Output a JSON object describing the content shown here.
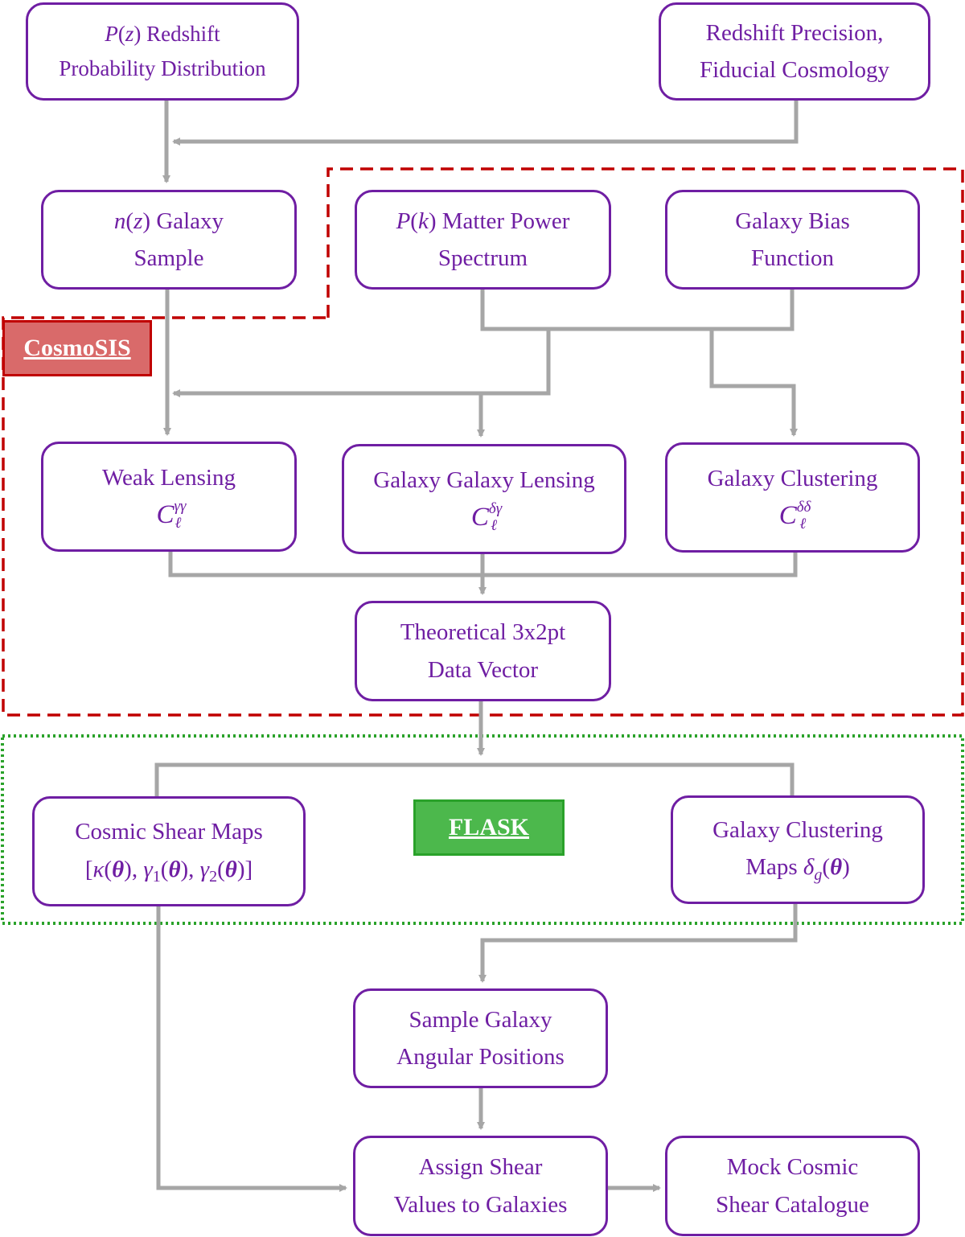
{
  "regions": {
    "cosmosis": {
      "label": "CosmoSIS",
      "color": "#c00000"
    },
    "flask": {
      "label": "FLASK",
      "color": "#2aa22a"
    }
  },
  "colors": {
    "box_border": "#6f1ea3",
    "text": "#6f1ea3",
    "connector": "#a6a6a6"
  },
  "nodes": {
    "pz": {
      "sym": "P",
      "var": "z",
      "line1_rest": "Redshift",
      "line2": "Probability Distribution"
    },
    "precision": {
      "line1": "Redshift Precision,",
      "line2": "Fiducial Cosmology"
    },
    "nz": {
      "sym": "n",
      "var": "z",
      "line1_rest": "Galaxy",
      "line2": "Sample"
    },
    "pk": {
      "sym": "P",
      "var": "k",
      "line1_rest": "Matter Power",
      "line2": "Spectrum"
    },
    "bias": {
      "line1": "Galaxy Bias",
      "line2": "Function"
    },
    "wl": {
      "line1": "Weak Lensing",
      "sym": "C",
      "sup": "γγ",
      "sub": "ℓ"
    },
    "ggl": {
      "line1": "Galaxy Galaxy Lensing",
      "sym": "C",
      "sup": "δγ",
      "sub": "ℓ"
    },
    "gc": {
      "line1": "Galaxy Clustering",
      "sym": "C",
      "sup": "δδ",
      "sub": "ℓ"
    },
    "dv": {
      "line1": "Theoretical 3x2pt",
      "line2": "Data Vector"
    },
    "shearmaps": {
      "line1": "Cosmic Shear Maps",
      "kappa": "κ",
      "gamma": "γ",
      "theta": "θ",
      "i1": "1",
      "i2": "2"
    },
    "gcmaps": {
      "line1": "Galaxy Clustering",
      "line2_pre": "Maps",
      "delta": "δ",
      "sub": "g",
      "theta": "θ"
    },
    "sample": {
      "line1": "Sample Galaxy",
      "line2": "Angular Positions"
    },
    "assign": {
      "line1": "Assign Shear",
      "line2": "Values to Galaxies"
    },
    "mock": {
      "line1": "Mock Cosmic",
      "line2": "Shear Catalogue"
    }
  }
}
